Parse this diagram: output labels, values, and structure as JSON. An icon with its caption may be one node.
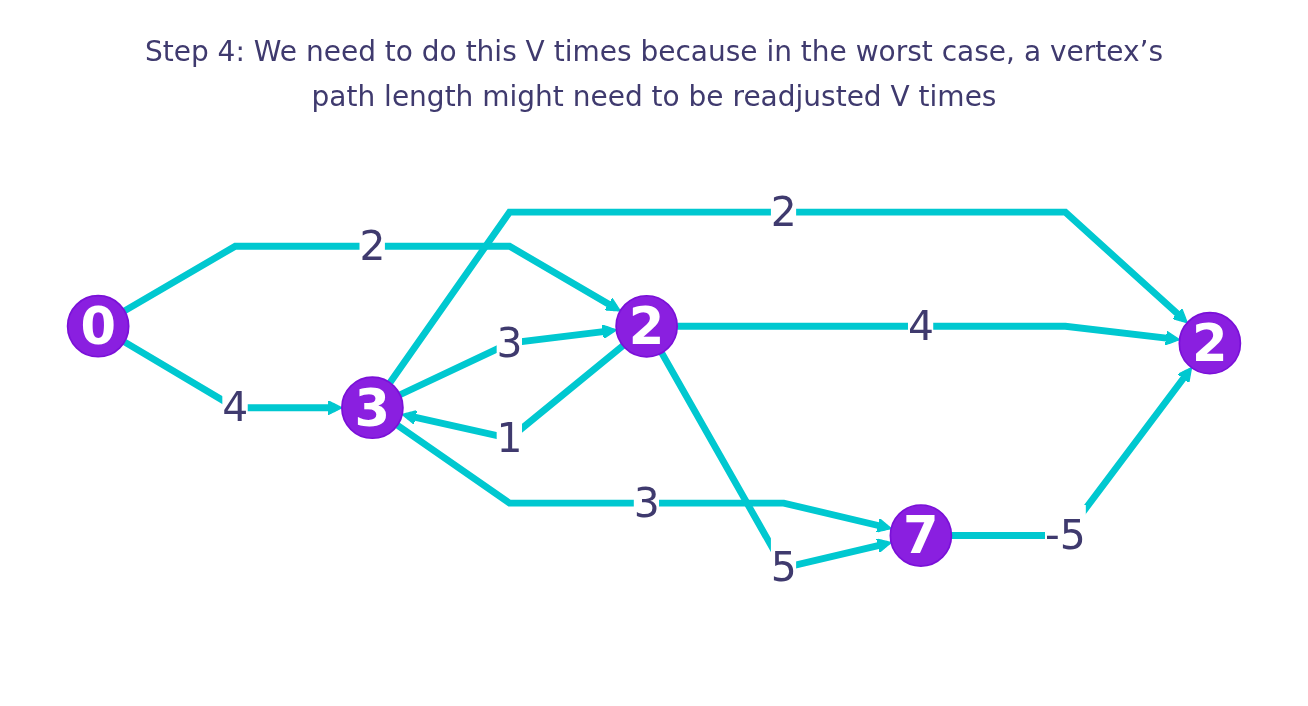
{
  "diagram": {
    "title": "Step 4: We need to do this V times because in the worst case, a vertex’s path length might need to be readjusted V times",
    "nodes": [
      {
        "text": [
          "0"
        ]
      },
      {
        "text": [
          "3"
        ]
      },
      {
        "text": [
          "2"
        ]
      },
      {
        "text": [
          "2"
        ]
      },
      {
        "text": [
          "7"
        ]
      }
    ],
    "edges": [
      {
        "from": 0,
        "to": 1,
        "arrow": "to",
        "label": "4"
      },
      {
        "from": 0,
        "to": 3,
        "arrow": "to",
        "label": "2"
      },
      {
        "from": 1,
        "to": 2,
        "arrow": "to",
        "label": "2"
      },
      {
        "from": 1,
        "to": 3,
        "arrow": "to",
        "label": "3"
      },
      {
        "from": 3,
        "to": 1,
        "arrow": "to",
        "label": "1"
      },
      {
        "from": 1,
        "to": 4,
        "arrow": "to",
        "label": "3"
      },
      {
        "from": 3,
        "to": 2,
        "arrow": "to",
        "label": "4"
      },
      {
        "from": 3,
        "to": 4,
        "arrow": "to",
        "label": "5"
      },
      {
        "from": 4,
        "to": 2,
        "arrow": "to",
        "label": "-5"
      }
    ]
  }
}
